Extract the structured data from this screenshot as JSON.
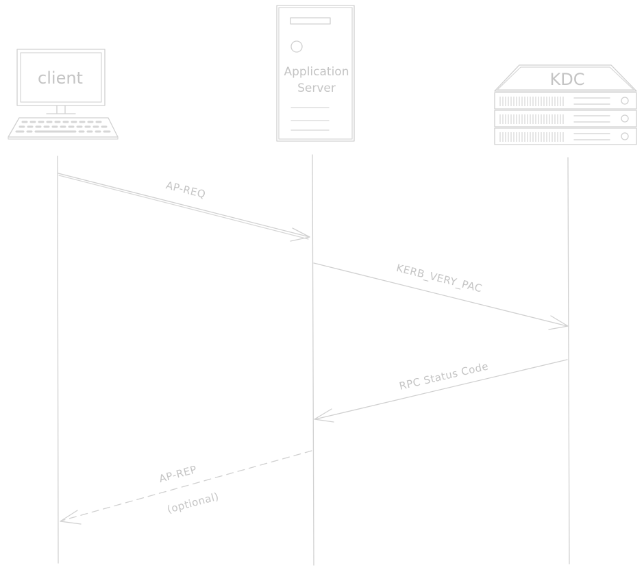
{
  "participants": {
    "client": "client",
    "server_line1": "Application",
    "server_line2": "Server",
    "kdc": "KDC"
  },
  "messages": {
    "ap_req": "AP-REQ",
    "kerb_verify_pac": "KERB_VERY_PAC",
    "rpc_status": "RPC Status Code",
    "ap_rep": "AP-REP",
    "ap_rep_note": "(optional)"
  }
}
